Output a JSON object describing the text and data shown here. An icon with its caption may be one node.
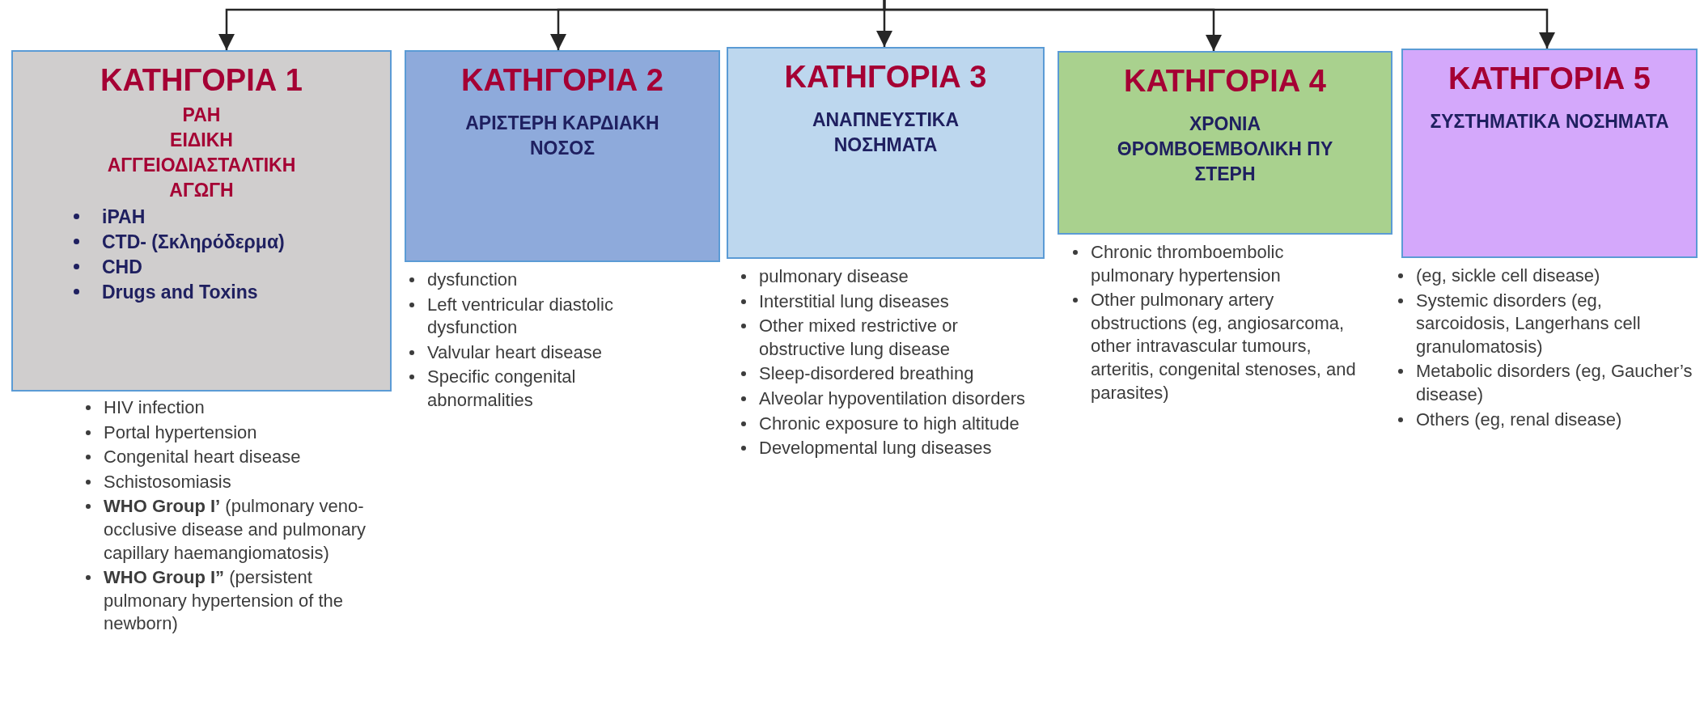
{
  "diagram": {
    "nodes": [
      {
        "text": [
          "ΚΑΤΗΓΟΡΙΑ 1",
          "ΡΑΗ",
          "ΕΙΔΙΚΗ ΑΓΓΕΙΟΔΙΑΣΤΑΛΤΙΚΗ ΑΓΩΓΗ",
          "iPAH",
          "CTD- (Σκληρόδερμα)",
          "CHD",
          "Drugs and Toxins"
        ],
        "beside": [
          "HIV infection",
          "Portal hypertension",
          "Congenital heart disease",
          "Schistosomiasis",
          "**WHO Group I’** (pulmonary veno-occlusive disease and pulmonary capillary haemangiomatosis)",
          "**WHO Group I”** (persistent pulmonary hypertension of the newborn)"
        ]
      },
      {
        "text": [
          "ΚΑΤΗΓΟΡΙΑ 2",
          "ΑΡΙΣΤΕΡΗ ΚΑΡΔΙΑΚΗ ΝΟΣΟΣ"
        ],
        "beside": [
          "dysfunction",
          "Left ventricular diastolic dysfunction",
          "Valvular heart disease",
          "Specific congenital abnormalities"
        ]
      },
      {
        "text": [
          "ΚΑΤΗΓΟΡΙΑ 3",
          "ΑΝΑΠΝΕΥΣΤΙΚΑ ΝΟΣΗΜΑΤΑ"
        ],
        "beside": [
          "pulmonary disease",
          "Interstitial lung diseases",
          "Other mixed restrictive or obstructive lung disease",
          "Sleep-disordered breathing",
          "Alveolar hypoventilation disorders",
          "Chronic exposure to high altitude",
          "Developmental lung diseases"
        ]
      },
      {
        "text": [
          "ΚΑΤΗΓΟΡΙΑ 4",
          "ΧΡΟΝΙΑ ΘΡΟΜΒΟΕΜΒΟΛΙΚΗ ΠΥ ΣΤΕΡΗ"
        ],
        "beside": [
          "Chronic thromboembolic pulmonary hypertension",
          "Other pulmonary artery obstructions (eg, angiosarcoma, other intravascular tumours, arteritis, congenital stenoses, and parasites)"
        ]
      },
      {
        "text": [
          "ΚΑΤΗΓΟΡΙΑ 5",
          "ΣΥΣΤΗΜΑΤΙΚΑ ΝΟΣΗΜΑΤΑ"
        ],
        "beside": [
          "(eg, sickle cell disease)",
          "Systemic disorders (eg, sarcoidosis, Langerhans cell granulomatosis)",
          "Metabolic disorders (eg, Gaucher’s disease)",
          "Others (eg, renal disease)"
        ]
      }
    ],
    "edges": [
      {
        "from": null,
        "to": 0,
        "arrow": "to"
      },
      {
        "from": null,
        "to": 1,
        "arrow": "to"
      },
      {
        "from": null,
        "to": 2,
        "arrow": "to"
      },
      {
        "from": null,
        "to": 3,
        "arrow": "to"
      },
      {
        "from": null,
        "to": 4,
        "arrow": "to"
      }
    ]
  }
}
